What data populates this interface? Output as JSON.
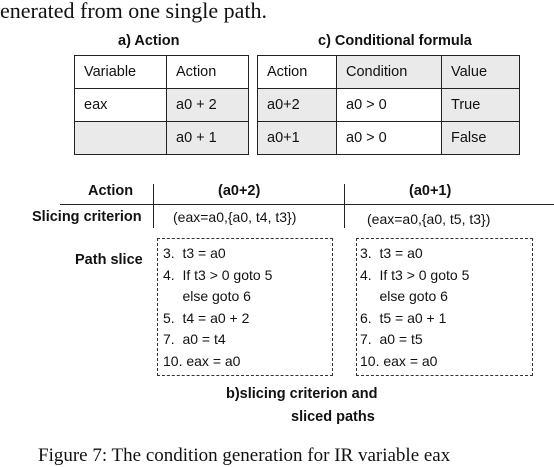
{
  "top_text": "enerated from one single path.",
  "table_a": {
    "caption": "a) Action",
    "headers": [
      "Variable",
      "Action"
    ],
    "rows": [
      [
        "eax",
        "a0 + 2"
      ],
      [
        "",
        "a0 + 1"
      ]
    ]
  },
  "table_c": {
    "caption": "c) Conditional formula",
    "headers": [
      "Action",
      "Condition",
      "Value"
    ],
    "rows": [
      [
        "a0+2",
        "a0 > 0",
        "True"
      ],
      [
        "a0+1",
        "a0 > 0",
        "False"
      ]
    ]
  },
  "panel_b": {
    "action_label": "Action",
    "criterion_label": "Slicing criterion",
    "slice_label": "Path slice",
    "col1_action": "(a0+2)",
    "col2_action": "(a0+1)",
    "col1_criterion": "(eax=a0,{a0, t4, t3})",
    "col2_criterion": "(eax=a0,{a0, t5, t3})",
    "col1_slice": [
      "3.  t3 = a0",
      "4.  If t3 > 0 goto 5",
      "     else goto 6",
      "5.  t4 = a0 + 2",
      "7.  a0 = t4",
      "10. eax = a0"
    ],
    "col2_slice": [
      "3.  t3 = a0",
      "4.  If t3 > 0 goto 5",
      "     else goto 6",
      "6.  t5 = a0 + 1",
      "7.  a0 = t5",
      "10. eax = a0"
    ],
    "caption_line1": "b)slicing criterion and",
    "caption_line2": "sliced paths"
  },
  "figure_caption": "Figure 7: The condition generation for IR variable eax"
}
